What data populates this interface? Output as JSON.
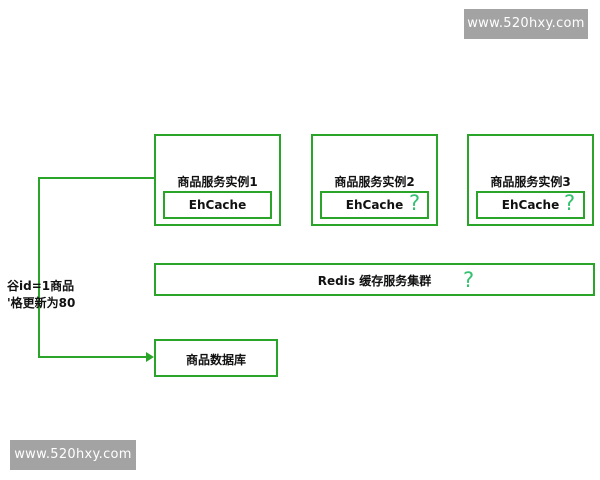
{
  "watermark": {
    "top": "www.520hxy.com",
    "bottom": "www.520hxy.com"
  },
  "instances": [
    {
      "label": "商品服务实例1",
      "cache_label": "EhCache",
      "question": ""
    },
    {
      "label": "商品服务实例2",
      "cache_label": "EhCache",
      "question": "?"
    },
    {
      "label": "商品服务实例3",
      "cache_label": "EhCache",
      "question": "?"
    }
  ],
  "redis": {
    "label": "Redis 缓存服务集群",
    "question": "?"
  },
  "database": {
    "label": "商品数据库"
  },
  "side_note": {
    "line1": "谷id=1商品",
    "line2": "'格更新为80"
  },
  "colors": {
    "border": "#2aa52a",
    "question": "#34c06e",
    "watermark_bg": "#9a9a9a"
  }
}
